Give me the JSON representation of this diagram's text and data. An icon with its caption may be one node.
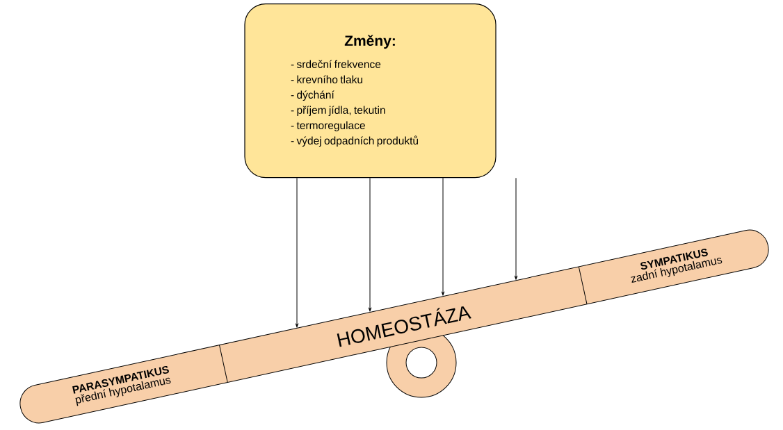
{
  "diagram": {
    "nodes": [
      {
        "text": [
          "Změny:",
          "- srdeční frekvence",
          "- krevního tlaku",
          "- dýchání",
          "- příjem jídla, tekutin",
          "- termoregulace",
          "- výdej odpadních produktů"
        ]
      },
      {
        "text": [],
        "shape": "bar"
      },
      {
        "text": [
          "PARASYMPATIKUS",
          "přední hypotalamus"
        ],
        "in": 1
      },
      {
        "text": [
          "HOMEOSTÁZA"
        ],
        "in": 1
      },
      {
        "text": [
          "SYMPATIKUS",
          "zadní hypotalamus"
        ],
        "in": 1
      }
    ],
    "edges": [
      {
        "from": 0,
        "to": 3,
        "arrow": "to"
      },
      {
        "from": 0,
        "to": 3,
        "arrow": "to"
      },
      {
        "from": 0,
        "to": 3,
        "arrow": "to"
      },
      {
        "from": 0,
        "to": 3,
        "arrow": "to"
      }
    ]
  }
}
